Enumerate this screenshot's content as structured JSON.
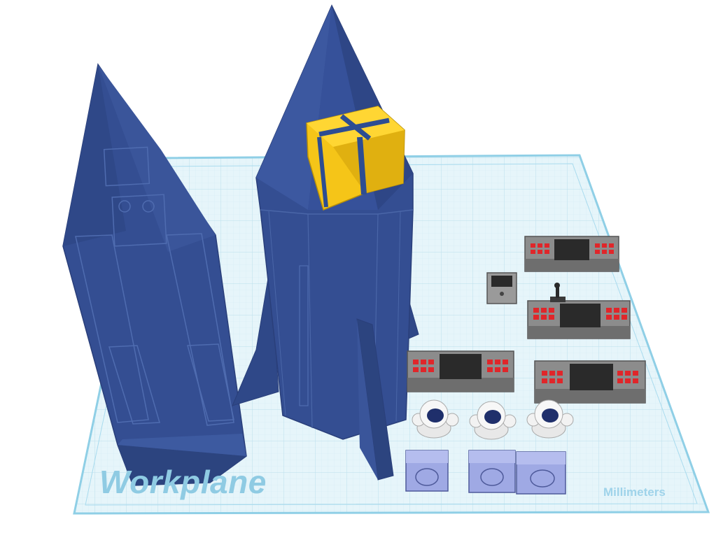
{
  "workplane": {
    "label": "Workplane",
    "units": "Millimeters"
  },
  "colors": {
    "background": "#ffffff",
    "grid_fill": "#e3f3f9",
    "grid_line": "#bfe2ef",
    "grid_border": "#8fcfe6",
    "rocket_blue": "#344e92",
    "rocket_edge": "#4a66a8",
    "gold": "#f5c518",
    "console_gray": "#8c8c8c",
    "screen_black": "#2a2a2a",
    "button_red": "#e0262a",
    "crate_blue": "#9fa9e4",
    "astronaut_white": "#f2f2f2",
    "visor_navy": "#1f2f6b"
  },
  "objects": [
    {
      "name": "space-shuttle",
      "kind": "shuttle"
    },
    {
      "name": "rocket",
      "kind": "rocket"
    },
    {
      "name": "gold-payload",
      "kind": "payload"
    },
    {
      "name": "control-console",
      "kind": "console",
      "count": 4
    },
    {
      "name": "small-terminal",
      "kind": "terminal"
    },
    {
      "name": "joystick",
      "kind": "joystick"
    },
    {
      "name": "astronaut",
      "kind": "figure",
      "count": 3
    },
    {
      "name": "seat-crate",
      "kind": "crate",
      "count": 3
    }
  ]
}
